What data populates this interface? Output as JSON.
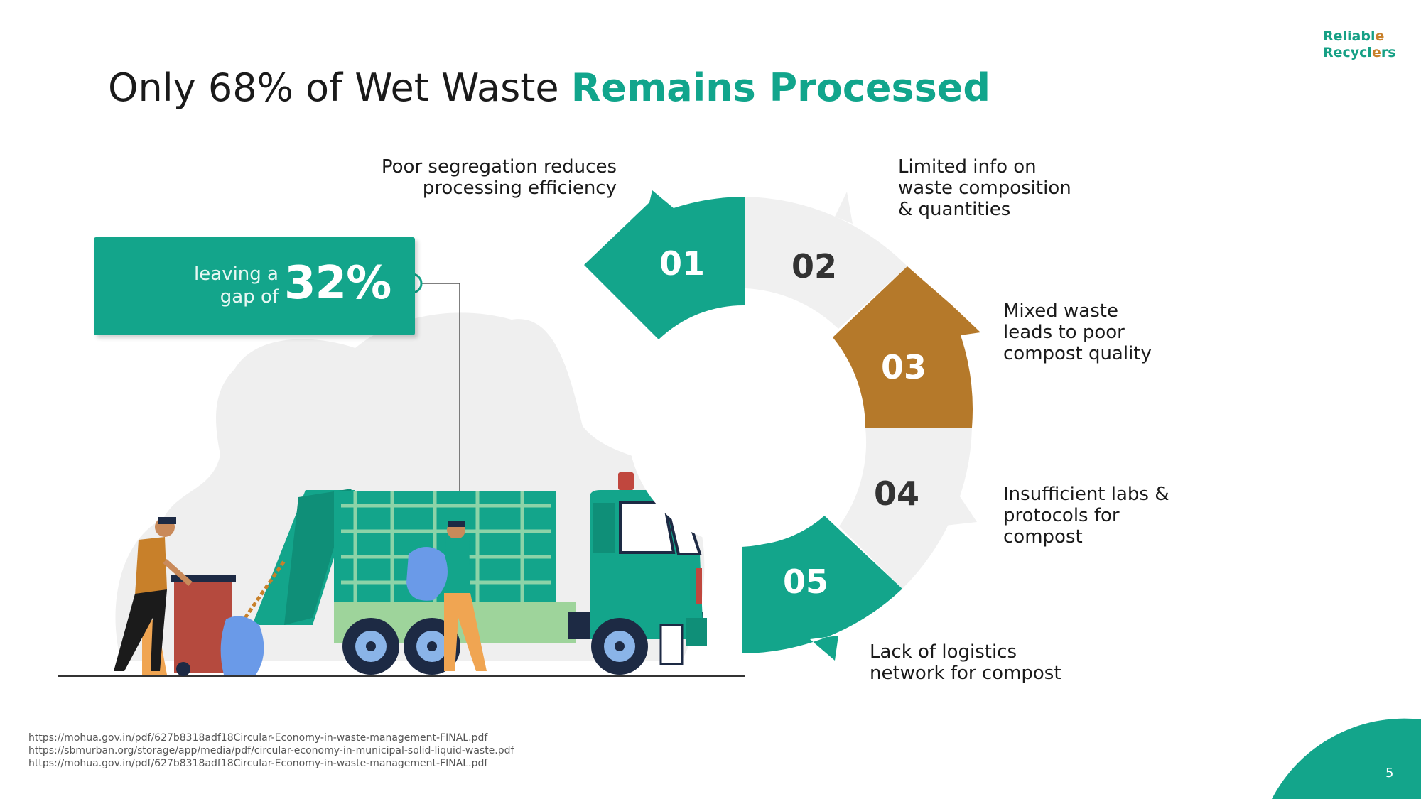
{
  "header": {
    "title_plain": "Only 68% of Wet Waste ",
    "title_highlight": "Remains Processed",
    "logo_line1_a": "Reliabl",
    "logo_line1_b": "e",
    "logo_line2_a": "Recycl",
    "logo_line2_b": "e",
    "logo_line2_c": "rs"
  },
  "gap_box": {
    "label_line1": "leaving a",
    "label_line2": "gap of",
    "value": "32%"
  },
  "steps": [
    {
      "number": "01",
      "text_lines": [
        "Poor segregation reduces",
        "processing efficiency"
      ]
    },
    {
      "number": "02",
      "text_lines": [
        "Limited info on",
        "waste composition",
        "& quantities"
      ]
    },
    {
      "number": "03",
      "text_lines": [
        "Mixed waste",
        "leads to poor",
        "compost quality"
      ]
    },
    {
      "number": "04",
      "text_lines": [
        "Insufficient labs &",
        "protocols for",
        "compost"
      ]
    },
    {
      "number": "05",
      "text_lines": [
        "Lack of logistics",
        "network for compost"
      ]
    }
  ],
  "sources": [
    "https://mohua.gov.in/pdf/627b8318adf18Circular-Economy-in-waste-management-FINAL.pdf",
    "https://sbmurban.org/storage/app/media/pdf/circular-economy-in-municipal-solid-liquid-waste.pdf",
    "https://mohua.gov.in/pdf/627b8318adf18Circular-Economy-in-waste-management-FINAL.pdf"
  ],
  "page_number": "5",
  "colors": {
    "teal": "#13a58b",
    "brown": "#b5792a",
    "light_gray": "#f0f0f0",
    "dark_text": "#333333"
  }
}
